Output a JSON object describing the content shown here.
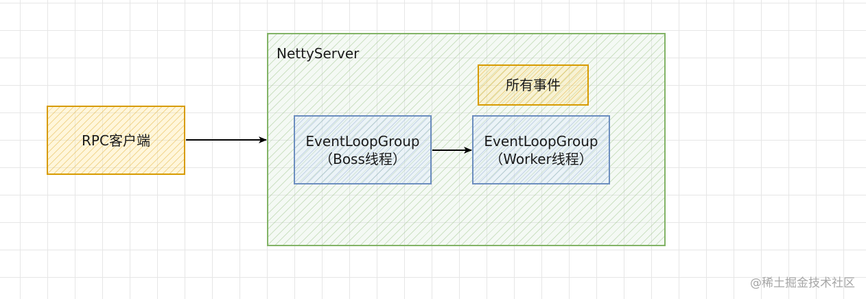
{
  "diagram": {
    "container": {
      "label": "NettyServer"
    },
    "nodes": {
      "rpc_client": {
        "label": "RPC客户端"
      },
      "all_events": {
        "label": "所有事件"
      },
      "boss_group": {
        "line1": "EventLoopGroup",
        "line2": "（Boss线程）"
      },
      "worker_group": {
        "line1": "EventLoopGroup",
        "line2": "（Worker线程）"
      }
    },
    "edges": [
      {
        "from": "rpc_client",
        "to": "netty_server"
      },
      {
        "from": "boss_group",
        "to": "worker_group"
      }
    ]
  },
  "watermark": "@稀土掘金技术社区",
  "colors": {
    "container_stroke": "#82b366",
    "highlight_stroke": "#d79b00",
    "group_stroke": "#6c8ebf",
    "arrow": "#000000"
  }
}
